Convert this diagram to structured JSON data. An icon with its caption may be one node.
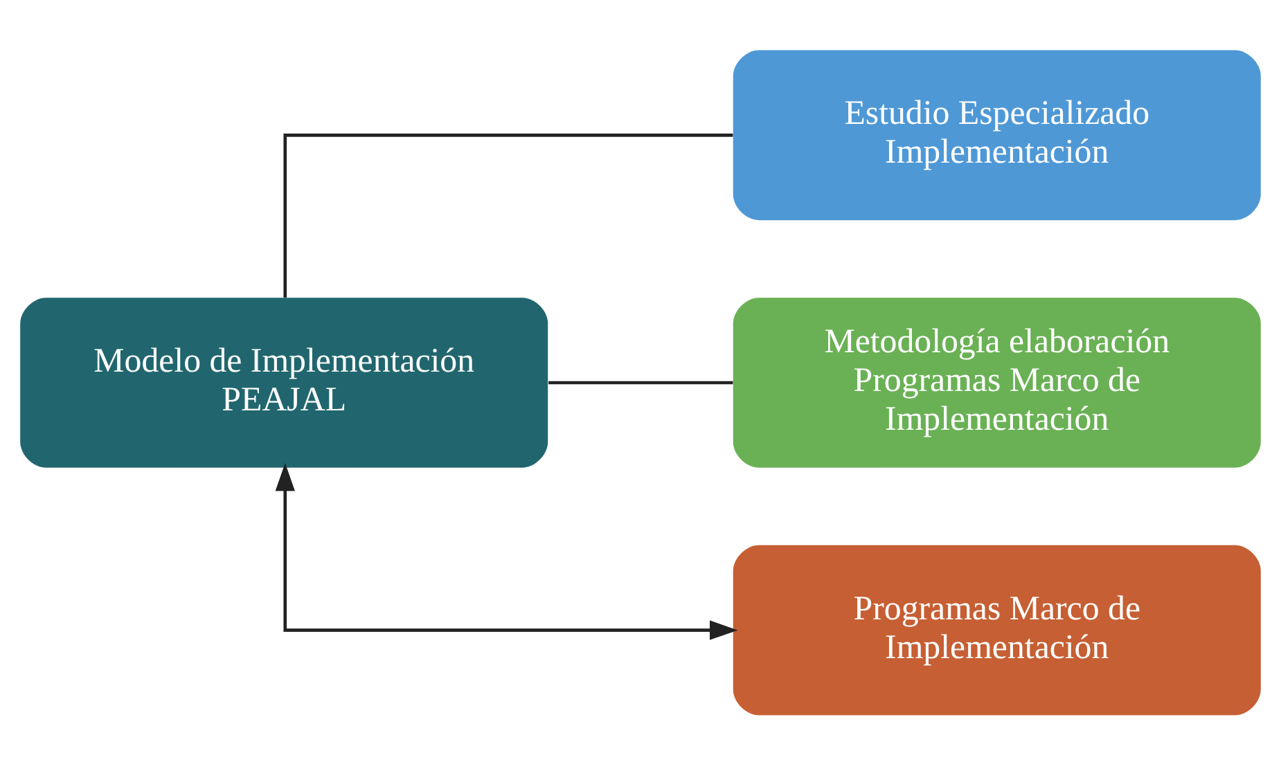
{
  "diagram": {
    "nodes": [
      {
        "text": [
          "Modelo de Implementación PEAJAL"
        ]
      },
      {
        "text": [
          "Estudio Especializado Implementación"
        ]
      },
      {
        "text": [
          "Metodología elaboración Programas Marco de Implementación"
        ]
      },
      {
        "text": [
          "Programas Marco de Implementación"
        ]
      }
    ],
    "edges": [
      {
        "from": 0,
        "to": 1,
        "arrow": "none"
      },
      {
        "from": 0,
        "to": 2,
        "arrow": "none"
      },
      {
        "from": 0,
        "to": 3,
        "arrow": "both"
      }
    ]
  }
}
